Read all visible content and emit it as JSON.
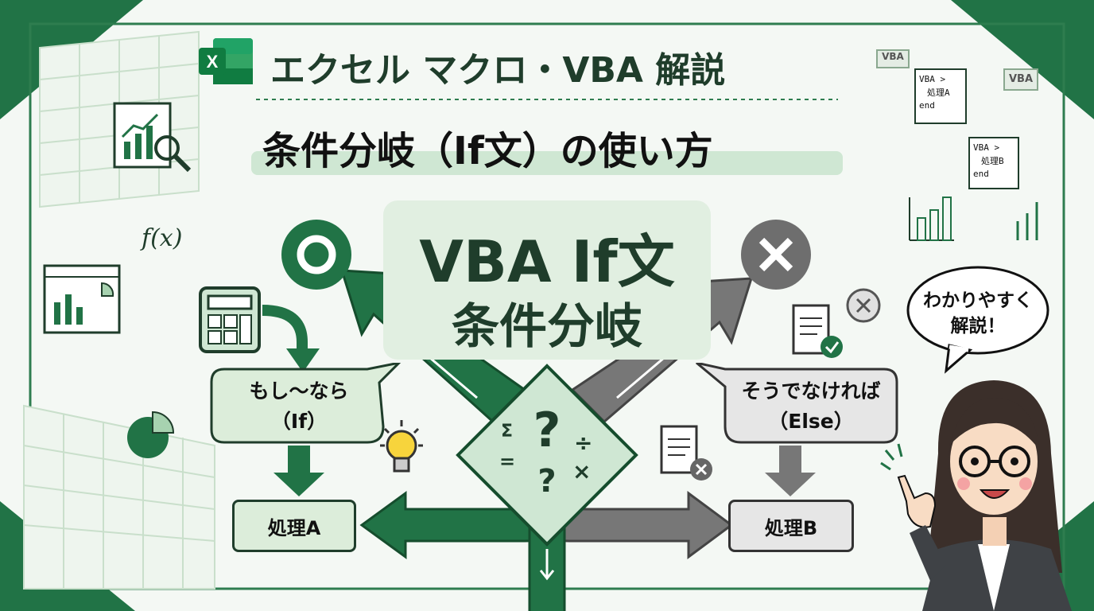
{
  "title": {
    "main": "エクセル マクロ・VBA 解説",
    "sub": "条件分岐（If文）の使い方"
  },
  "center": {
    "line1": "VBA If文",
    "line2": "条件分岐"
  },
  "left": {
    "bubble_line1": "もし〜なら",
    "bubble_line2": "（If）",
    "process": "処理A"
  },
  "right": {
    "bubble_line1": "そうでなければ",
    "bubble_line2": "（Else）",
    "process": "処理B"
  },
  "speech": {
    "line1": "わかりやすく",
    "line2": "解説！"
  },
  "code_cards": {
    "tag1": "VBA",
    "tag2": "VBA",
    "card1": [
      "VBA >",
      "処理A",
      "end"
    ],
    "card2": [
      "VBA >",
      "処理B",
      "end"
    ]
  },
  "icons": {
    "fx_label": "f(x)",
    "excel_letter": "X",
    "question_mark": "?",
    "math_symbols": [
      "Σ",
      "÷",
      "=",
      "×"
    ]
  },
  "colors": {
    "green": "#217346",
    "dark_green": "#1f6b3a",
    "light_green": "#dcedda",
    "gray": "#6b6b6b",
    "light_gray": "#e6e6e6",
    "bg": "#f4f8f4"
  }
}
